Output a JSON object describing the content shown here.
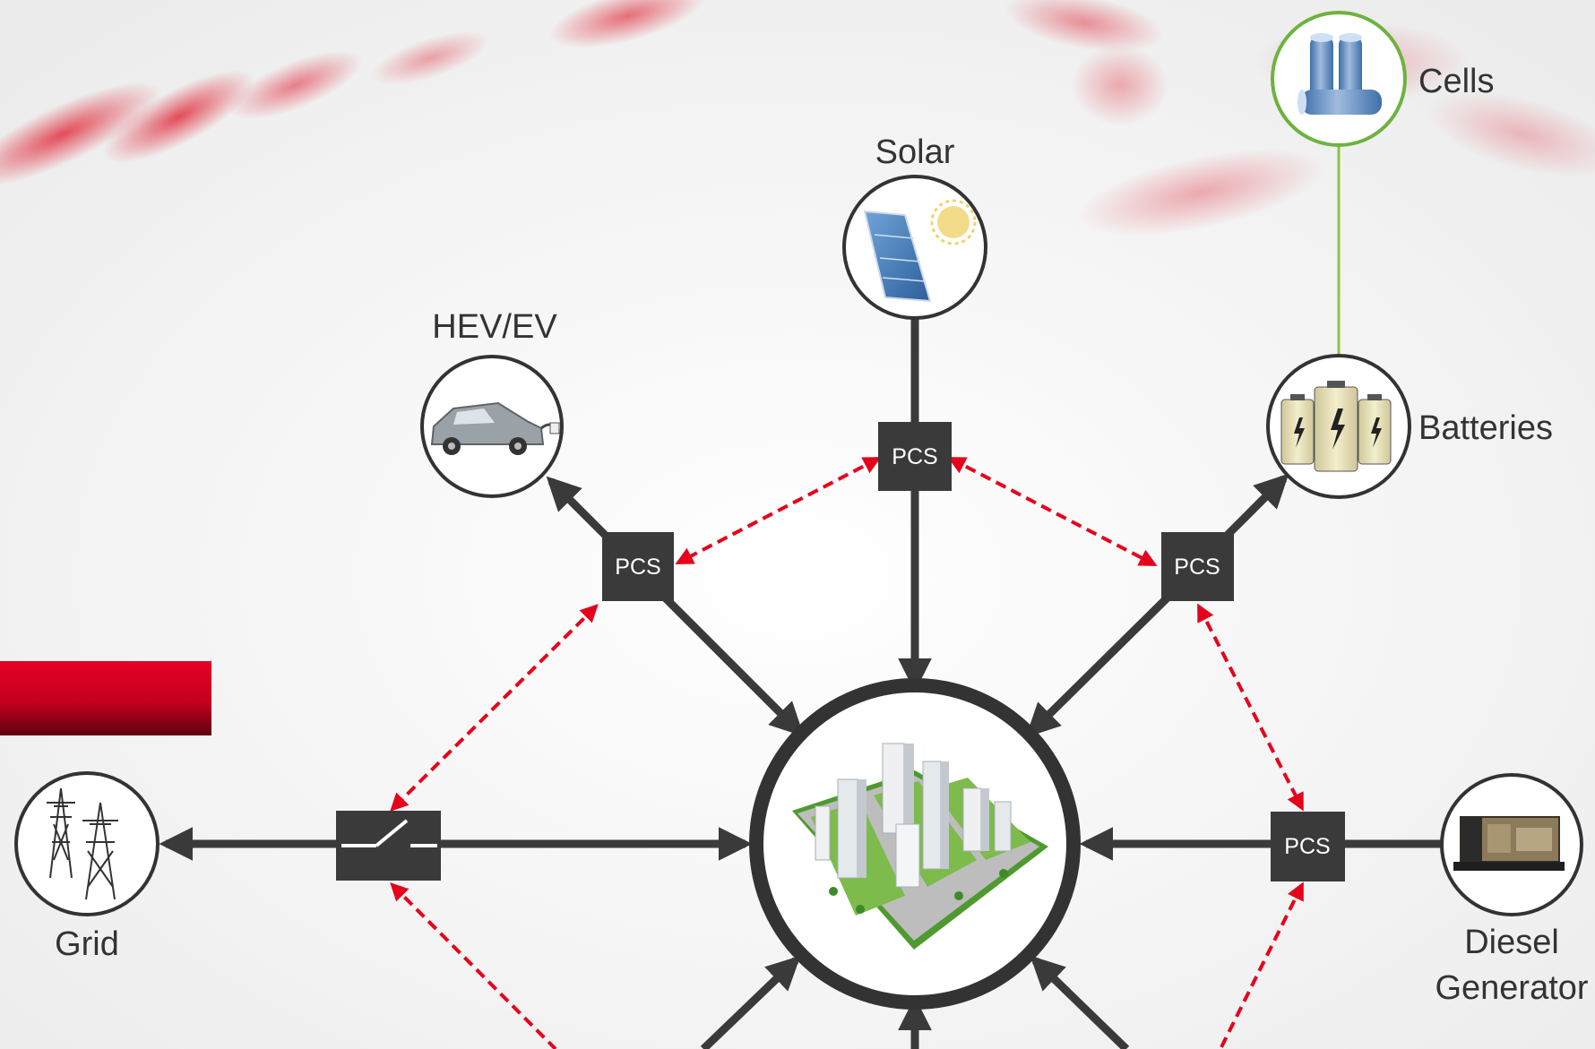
{
  "diagram": {
    "nodes": {
      "solar": {
        "label": "Solar",
        "icon": "solar-panel-icon"
      },
      "hev_ev": {
        "label": "HEV/EV",
        "icon": "electric-car-icon"
      },
      "cells": {
        "label": "Cells",
        "icon": "battery-cells-icon"
      },
      "batteries": {
        "label": "Batteries",
        "icon": "batteries-icon"
      },
      "grid": {
        "label": "Grid",
        "icon": "power-tower-icon"
      },
      "diesel": {
        "label_line1": "Diesel",
        "label_line2": "Generator",
        "icon": "diesel-generator-icon"
      },
      "hub": {
        "icon": "city-buildings-icon"
      }
    },
    "converters": {
      "top": "PCS",
      "left": "PCS",
      "right": "PCS",
      "lower_right": "PCS"
    },
    "switch": {
      "icon": "switch-icon"
    },
    "colors": {
      "flow_arrow": "#3a3a3a",
      "control_link": "#e5001c",
      "cells_link": "#8cc63f",
      "accent_bar": "#e0001b"
    }
  }
}
